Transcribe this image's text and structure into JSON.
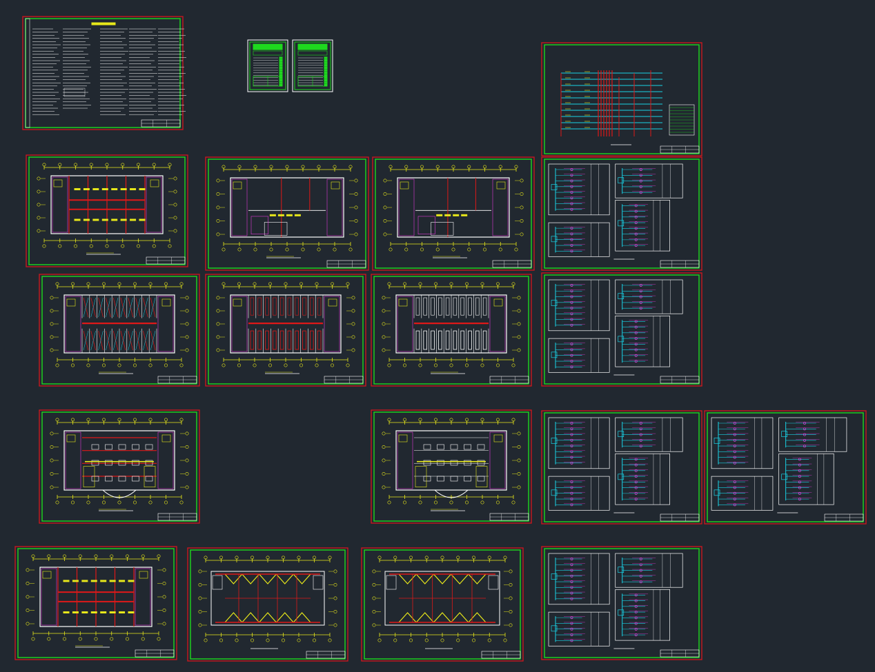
{
  "app": {
    "background": "#212830"
  },
  "colors": {
    "frame_outer": "#c9171e",
    "frame_inner": "#1ed91e",
    "wall": "#ffffff",
    "dimension": "#e8e81a",
    "circuit_red": "#e01818",
    "circuit_cyan": "#19d3e6",
    "circuit_magenta": "#e03ad8",
    "text_white": "#e6e6e6",
    "green_table": "#1ed91e"
  },
  "sheets": [
    {
      "id": "design-notes",
      "kind": "notes"
    },
    {
      "id": "legend-table-a",
      "kind": "legend"
    },
    {
      "id": "legend-table-b",
      "kind": "legend"
    },
    {
      "id": "riser-system",
      "kind": "riser"
    },
    {
      "id": "floor1-lighting",
      "kind": "plan",
      "variant": "red-corridor"
    },
    {
      "id": "floor1-power",
      "kind": "plan",
      "variant": "sparse"
    },
    {
      "id": "floor1-weak",
      "kind": "plan",
      "variant": "sparse"
    },
    {
      "id": "dist-diagram-1",
      "kind": "schematic"
    },
    {
      "id": "floor2-lighting",
      "kind": "plan",
      "variant": "dense-rooms"
    },
    {
      "id": "floor2-power",
      "kind": "plan",
      "variant": "red-rooms"
    },
    {
      "id": "floor2-weak",
      "kind": "plan",
      "variant": "white-rooms"
    },
    {
      "id": "dist-diagram-2",
      "kind": "schematic"
    },
    {
      "id": "floor3-lighting",
      "kind": "plan",
      "variant": "hall-red"
    },
    {
      "id": "floor3-power",
      "kind": "plan",
      "variant": "hall-white"
    },
    {
      "id": "dist-diagram-3",
      "kind": "schematic"
    },
    {
      "id": "dist-diagram-4",
      "kind": "schematic"
    },
    {
      "id": "floor4-lighting",
      "kind": "plan",
      "variant": "grid"
    },
    {
      "id": "roof-lightning",
      "kind": "roof"
    },
    {
      "id": "roof-grounding",
      "kind": "roof"
    },
    {
      "id": "dist-diagram-5",
      "kind": "schematic"
    }
  ]
}
